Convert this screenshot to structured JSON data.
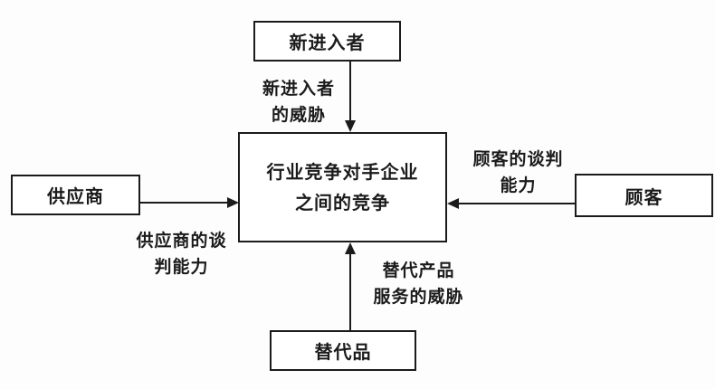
{
  "diagram": {
    "type": "five-forces-diagram",
    "nodes": {
      "new_entrants": {
        "label": "新进入者"
      },
      "suppliers": {
        "label": "供应商"
      },
      "customers": {
        "label": "顾客"
      },
      "substitutes": {
        "label": "替代品"
      },
      "center": {
        "line1": "行业竞争对手企业",
        "line2": "之间的竞争"
      }
    },
    "edge_labels": {
      "new_entrants_threat": {
        "line1": "新进入者",
        "line2": "的威胁"
      },
      "customer_power": {
        "line1": "顾客的谈判",
        "line2": "能力"
      },
      "supplier_power": {
        "line1": "供应商的谈",
        "line2": "判能力"
      },
      "substitute_threat": {
        "line1": "替代产品",
        "line2": "服务的威胁"
      }
    },
    "arrows": [
      {
        "from": "new_entrants",
        "to": "center",
        "direction": "down"
      },
      {
        "from": "suppliers",
        "to": "center",
        "direction": "right"
      },
      {
        "from": "customers",
        "to": "center",
        "direction": "left"
      },
      {
        "from": "substitutes",
        "to": "center",
        "direction": "up"
      }
    ],
    "colors": {
      "line": "#1b1b1b",
      "text": "#1b1b1b",
      "background": "#ffffff"
    }
  }
}
